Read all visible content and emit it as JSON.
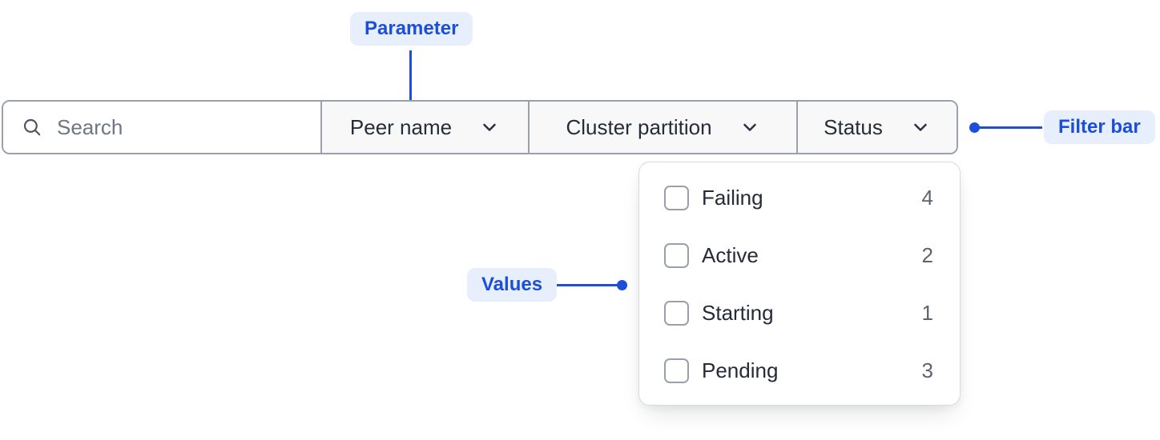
{
  "annotations": {
    "parameter_label": "Parameter",
    "filter_bar_label": "Filter bar",
    "values_label": "Values"
  },
  "filter_bar": {
    "search": {
      "placeholder": "Search",
      "value": "",
      "icon": "search-icon"
    },
    "dropdowns": [
      {
        "label": "Peer name",
        "icon": "chevron-down-icon",
        "open": false
      },
      {
        "label": "Cluster partition",
        "icon": "chevron-down-icon",
        "open": false
      },
      {
        "label": "Status",
        "icon": "chevron-down-icon",
        "open": true
      }
    ]
  },
  "status_menu": {
    "items": [
      {
        "label": "Failing",
        "count": "4",
        "checked": false
      },
      {
        "label": "Active",
        "count": "2",
        "checked": false
      },
      {
        "label": "Starting",
        "count": "1",
        "checked": false
      },
      {
        "label": "Pending",
        "count": "3",
        "checked": false
      }
    ]
  },
  "colors": {
    "annotation_blue": "#1d4ed8",
    "annotation_badge_bg": "#e7eefc",
    "text_dark": "#252b37",
    "text_gray": "#6e7684",
    "count_gray": "#5d6470",
    "bar_border_gray": "#9aa1ad",
    "segment_bg": "#f8f8f9",
    "menu_border": "#d8dade"
  }
}
